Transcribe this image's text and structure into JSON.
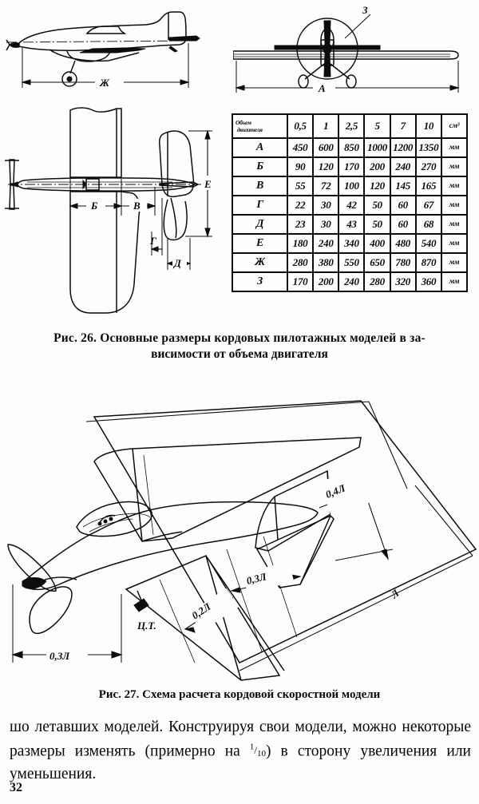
{
  "document": {
    "page_number": "32",
    "language": "ru"
  },
  "figure26": {
    "caption_line1": "Рис. 26. Основные размеры кордовых пилотажных моделей в за-",
    "caption_line2": "висимости от объема двигателя",
    "views": {
      "side_view_dimension": "Ж",
      "front_view_span_dimension": "А",
      "front_view_prop_dimension": "З",
      "plan_view_dimensions": [
        "Б",
        "В",
        "Г",
        "Д",
        "Е"
      ]
    },
    "table": {
      "corner_header_line1": "Объем",
      "corner_header_line2": "двигателя",
      "column_headers": [
        "0,5",
        "1",
        "2,5",
        "5",
        "7",
        "10"
      ],
      "header_unit": "см³",
      "rows": [
        {
          "key": "А",
          "values": [
            "450",
            "600",
            "850",
            "1000",
            "1200",
            "1350"
          ],
          "unit": "мм"
        },
        {
          "key": "Б",
          "values": [
            "90",
            "120",
            "170",
            "200",
            "240",
            "270"
          ],
          "unit": "мм"
        },
        {
          "key": "В",
          "values": [
            "55",
            "72",
            "100",
            "120",
            "145",
            "165"
          ],
          "unit": "мм"
        },
        {
          "key": "Г",
          "values": [
            "22",
            "30",
            "42",
            "50",
            "60",
            "67"
          ],
          "unit": "мм"
        },
        {
          "key": "Д",
          "values": [
            "23",
            "30",
            "43",
            "50",
            "60",
            "68"
          ],
          "unit": "мм"
        },
        {
          "key": "Е",
          "values": [
            "180",
            "240",
            "340",
            "400",
            "480",
            "540"
          ],
          "unit": "мм"
        },
        {
          "key": "Ж",
          "values": [
            "280",
            "380",
            "550",
            "650",
            "780",
            "870"
          ],
          "unit": "мм"
        },
        {
          "key": "З",
          "values": [
            "170",
            "200",
            "240",
            "280",
            "320",
            "360"
          ],
          "unit": "мм"
        }
      ]
    }
  },
  "figure27": {
    "caption": "Рис. 27. Схема расчета кордовой скоростной модели",
    "labels": {
      "overall": "Л",
      "tail_arm": "0,4Л",
      "wing_station": "0,3Л",
      "cg_station": "0,2Л",
      "nose": "0,3Л",
      "cg_marker": "Ц.Т."
    }
  },
  "body": {
    "paragraph": "шо летавших моделей. Конструируя свои модели, можно некоторые размеры изменять (примерно на ",
    "fraction_numerator": "1",
    "fraction_denominator": "10",
    "paragraph_tail": ") в сторону увеличения или уменьшения."
  },
  "colors": {
    "ink": "#0d0d0d",
    "paper": "#fdfdfb"
  }
}
